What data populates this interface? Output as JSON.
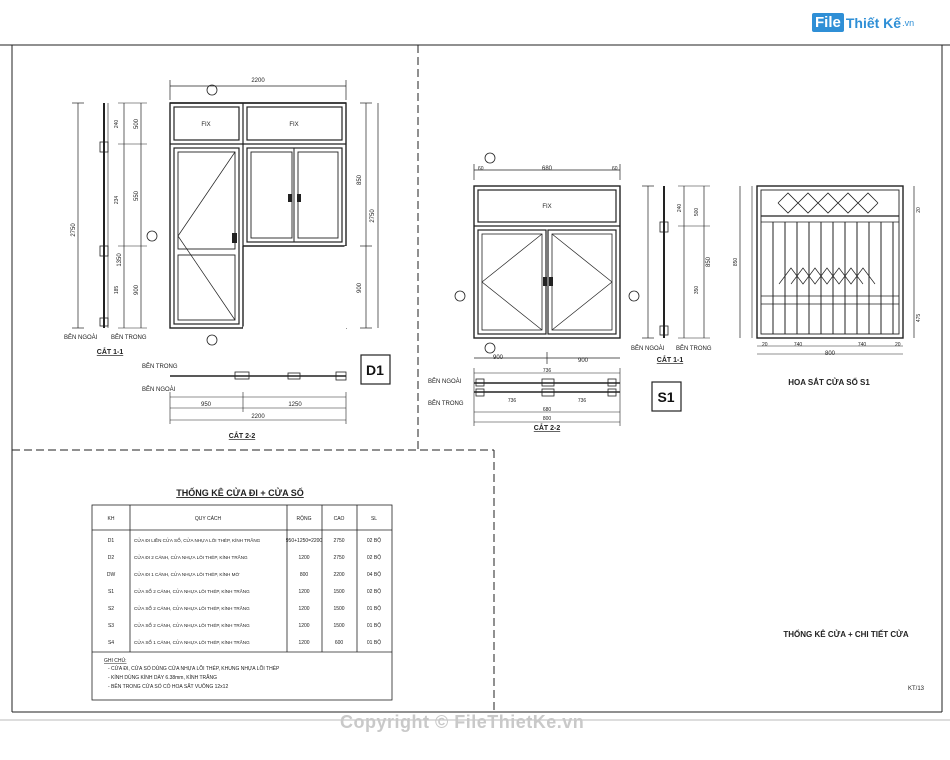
{
  "logo": {
    "file": "File",
    "text": "Thiết Kế",
    "domain": ".vn"
  },
  "watermark": "Copyright © FileThietKe.vn",
  "d1": {
    "tag": "D1",
    "overall_width": "2200",
    "overall_height": "2750",
    "fix": "FIX",
    "dims_right": [
      "850",
      "2750",
      "900"
    ],
    "dims_left_inner": [
      "500",
      "550",
      "1350",
      "900"
    ],
    "dims_left_tick": [
      "240",
      "234",
      "185"
    ],
    "side_labels": [
      "BÊN NGOÀI",
      "BÊN TRONG"
    ],
    "section_left": "CẮT 1-1",
    "plan_labels": [
      "BÊN TRONG",
      "BÊN NGOÀI"
    ],
    "plan_dims": [
      "950",
      "1250",
      "2200"
    ],
    "section_bottom": "CẮT 2-2"
  },
  "s1": {
    "tag": "S1",
    "top_dims": [
      "60",
      "680",
      "60"
    ],
    "fix": "FIX",
    "bottom_dims": [
      "900",
      "900"
    ],
    "plan_labels": [
      "BÊN NGOÀI",
      "BÊN TRONG"
    ],
    "plan_dims": [
      "736",
      "736",
      "736",
      "680",
      "800"
    ],
    "section_bottom": "CẮT 2-2",
    "section_side": "CẮT 1-1",
    "side_labels": [
      "BÊN NGOÀI",
      "BÊN TRONG"
    ],
    "side_dims": [
      "240",
      "850",
      "500",
      "350"
    ],
    "grille_title": "HOA SẮT CỬA SỔ S1",
    "grille_dims": [
      "20",
      "740",
      "740",
      "20",
      "800"
    ],
    "grille_side_dims": [
      "850",
      "475",
      "20"
    ]
  },
  "table": {
    "title": "THỐNG KÊ CỬA ĐI + CỬA SỔ",
    "headers": [
      "KH",
      "QUY CÁCH",
      "RỘNG",
      "CAO",
      "SL"
    ],
    "rows": [
      [
        "D1",
        "CỬA ĐI LIỀN CỬA SỔ, CỬA NHỰA LÕI THÉP, KÍNH TRẮNG",
        "950+1250=2200",
        "2750",
        "02 BỘ"
      ],
      [
        "D2",
        "CỬA ĐI 2 CÁNH, CỬA NHỰA LÕI THÉP, KÍNH TRẮNG",
        "1200",
        "2750",
        "02 BỘ"
      ],
      [
        "DW",
        "CỬA ĐI 1 CÁNH, CỬA NHỰA LÕI THÉP, KÍNH MỜ",
        "800",
        "2200",
        "04 BỘ"
      ],
      [
        "S1",
        "CỬA SỔ 2 CÁNH, CỬA NHỰA LÕI THÉP, KÍNH TRẮNG",
        "1200",
        "1500",
        "02 BỘ"
      ],
      [
        "S2",
        "CỬA SỔ 2 CÁNH, CỬA NHỰA LÕI THÉP, KÍNH TRẮNG",
        "1200",
        "1500",
        "01 BỘ"
      ],
      [
        "S3",
        "CỬA SỔ 2 CÁNH, CỬA NHỰA LÕI THÉP, KÍNH TRẮNG",
        "1200",
        "1500",
        "01 BỘ"
      ],
      [
        "S4",
        "CỬA SỔ 1 CÁNH, CỬA NHỰA LÕI THÉP, KÍNH TRẮNG",
        "1200",
        "600",
        "01 BỘ"
      ]
    ],
    "notes_title": "GHI CHÚ:",
    "notes": [
      "- CỬA ĐI, CỬA SỔ DÙNG CỬA NHỰA LÕI THÉP, KHUNG NHỰA LÕI THÉP",
      "- KÍNH DÙNG KÍNH DÀY 6.38mm, KÍNH TRẮNG",
      "- BÊN TRONG CỬA SỔ CÓ HOA SẮT VUÔNG 12x12"
    ]
  },
  "sheet_title": "THỐNG KÊ CỬA + CHI TIẾT CỬA",
  "sheet_number": "KT/13"
}
